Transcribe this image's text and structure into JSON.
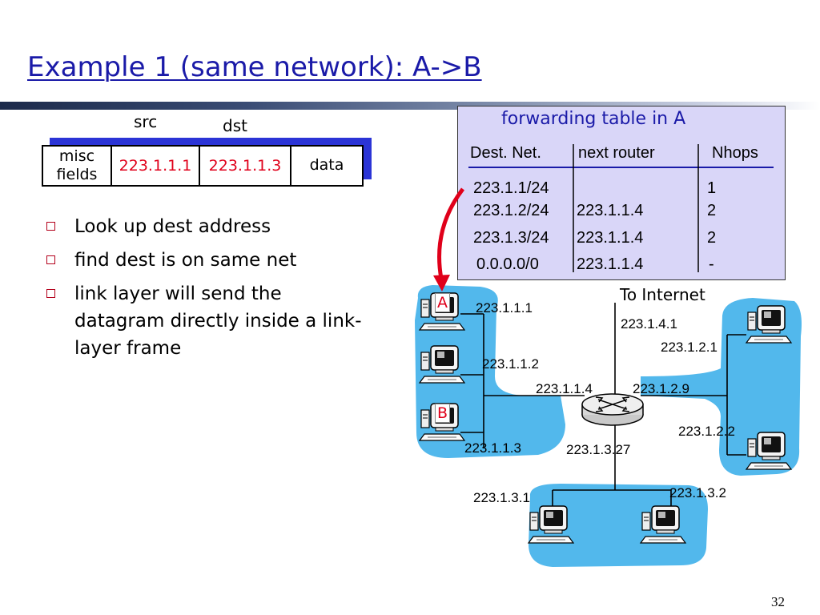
{
  "slide": {
    "title": "Example 1 (same network): A->B",
    "page_number": "32"
  },
  "datagram": {
    "src_label": "src",
    "dst_label": "dst",
    "misc_fields": "misc fields",
    "src_ip": "223.1.1.1",
    "dst_ip": "223.1.1.3",
    "data": "data"
  },
  "bullets": [
    "Look up dest address",
    "find dest is on same net",
    "link layer will send the datagram directly inside a link-layer frame"
  ],
  "forwarding_table": {
    "title": "forwarding table in A",
    "headers": [
      "Dest. Net.",
      "next router",
      "Nhops"
    ],
    "rows": [
      [
        "223.1.1/24",
        "",
        "1"
      ],
      [
        "223.1.2/24",
        "223.1.1.4",
        "2"
      ],
      [
        "223.1.3/24",
        "223.1.1.4",
        "2"
      ],
      [
        "0.0.0.0/0",
        "223.1.1.4",
        "-"
      ]
    ]
  },
  "network": {
    "to_internet": "To Internet",
    "host_a": "A",
    "host_b": "B",
    "addresses": {
      "a": "223.1.1.1",
      "h2": "223.1.1.2",
      "b": "223.1.1.3",
      "r_left": "223.1.1.4",
      "r_up": "223.1.4.1",
      "r_right": "223.1.2.9",
      "r_down": "223.1.3.27",
      "n21": "223.1.2.1",
      "n22": "223.1.2.2",
      "n31": "223.1.3.1",
      "n32": "223.1.3.2"
    }
  },
  "colors": {
    "title": "#1a1aa8",
    "highlight": "#e0001a",
    "network_blob": "#52b8ec",
    "table_bg": "#d9d6f8",
    "packet_shadow": "#2b34d6"
  }
}
